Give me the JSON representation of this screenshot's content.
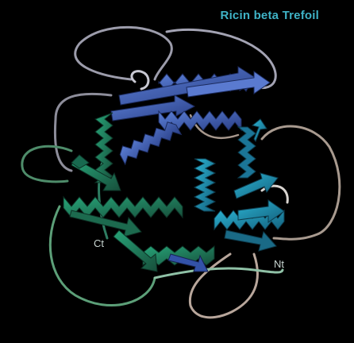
{
  "figure": {
    "title": "Ricin beta Trefoil",
    "labels": {
      "c_terminus": "Ct",
      "n_terminus": "Nt"
    },
    "colors": {
      "background": "#000000",
      "title": "#3fb3c6",
      "label": "#c9d6d2",
      "subdomain_top": "#3d62c0",
      "subdomain_right": "#1e90b8",
      "subdomain_left": "#1f7d5b",
      "loop_top": "#a7a7b5",
      "loop_right": "#b5a59a",
      "loop_left": "#4f8f6a"
    }
  }
}
